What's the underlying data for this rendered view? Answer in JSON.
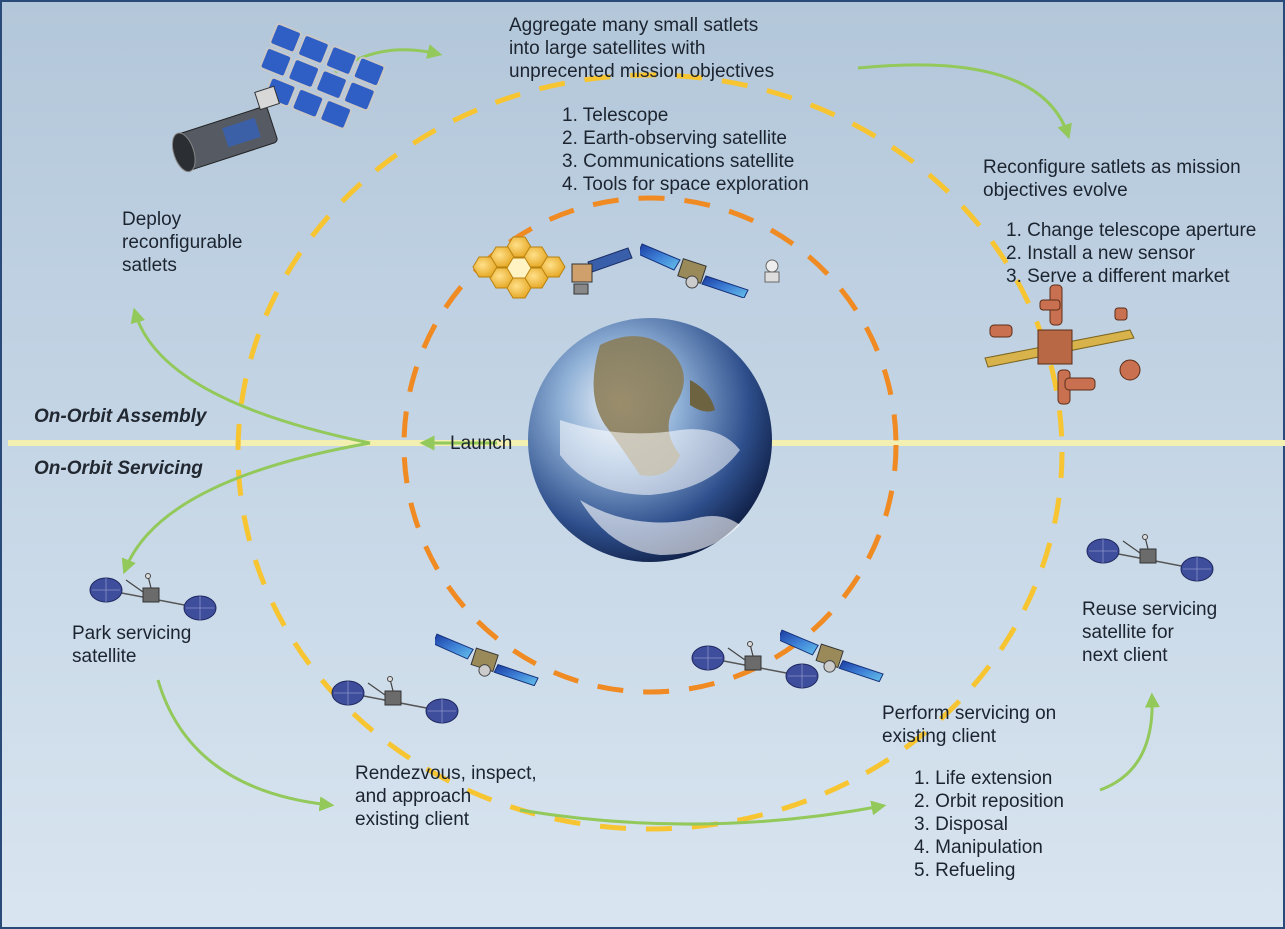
{
  "colors": {
    "bg_top": "#b4c8da",
    "bg_bottom": "#d6e3ef",
    "divider": "#f3efb0",
    "outer_orbit": "#f7c531",
    "inner_orbit": "#f08a22",
    "arrow": "#92c95a",
    "border": "#2a4a7a"
  },
  "sections": {
    "assembly": "On-Orbit Assembly",
    "servicing": "On-Orbit Servicing"
  },
  "launch": "Launch",
  "deploy": {
    "lines": [
      "Deploy",
      "reconfigurable",
      "satlets"
    ]
  },
  "aggregate": {
    "lines": [
      "Aggregate many small satlets",
      "into large satellites with",
      "unprecented mission objectives"
    ],
    "items": [
      "1. Telescope",
      "2. Earth-observing satellite",
      "3. Communications satellite",
      "4. Tools for space exploration"
    ]
  },
  "reconfigure": {
    "lines": [
      "Reconfigure satlets as mission",
      "objectives evolve"
    ],
    "items": [
      "1. Change telescope aperture",
      "2. Install a new sensor",
      "3. Serve a different market"
    ]
  },
  "park": {
    "lines": [
      "Park servicing",
      "satellite"
    ]
  },
  "rendezvous": {
    "lines": [
      "Rendezvous, inspect,",
      "and approach",
      "existing client"
    ]
  },
  "perform": {
    "lines": [
      "Perform servicing on",
      "existing client"
    ],
    "items": [
      "1. Life extension",
      "2. Orbit reposition",
      "3. Disposal",
      "4. Manipulation",
      "5. Refueling"
    ]
  },
  "reuse": {
    "lines": [
      "Reuse servicing",
      "satellite for",
      "next client"
    ]
  }
}
